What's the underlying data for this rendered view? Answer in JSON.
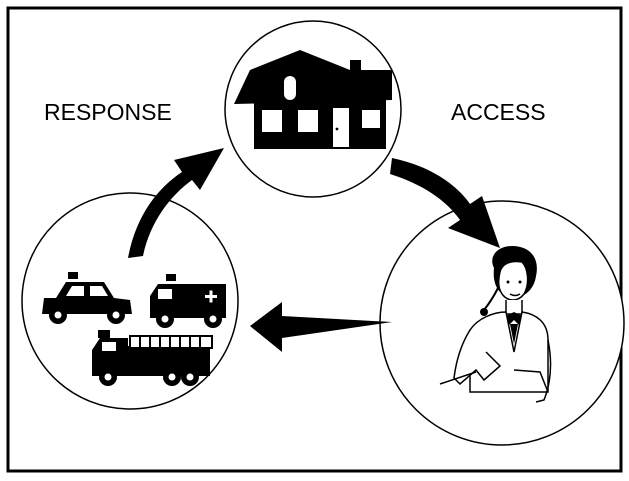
{
  "diagram": {
    "labels": {
      "response": "RESPONSE",
      "access": "ACCESS"
    },
    "nodes": [
      {
        "id": "home",
        "icon": "house-icon"
      },
      {
        "id": "dispatcher",
        "icon": "dispatcher-icon"
      },
      {
        "id": "emergency-vehicles",
        "icons": [
          "police-car-icon",
          "ambulance-icon",
          "fire-truck-icon"
        ]
      }
    ],
    "edges": [
      {
        "from": "home",
        "to": "dispatcher"
      },
      {
        "from": "dispatcher",
        "to": "emergency-vehicles"
      },
      {
        "from": "emergency-vehicles",
        "to": "home"
      }
    ]
  }
}
